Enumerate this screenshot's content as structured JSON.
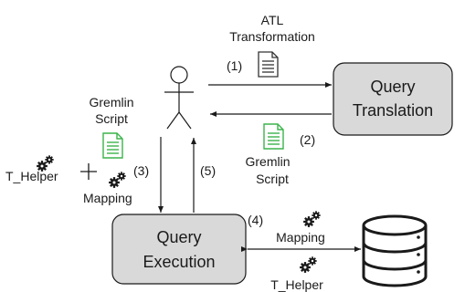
{
  "diagram": {
    "actor": {
      "icon": "person-icon"
    },
    "boxes": {
      "query_translation": [
        "Query",
        "Translation"
      ],
      "query_execution": [
        "Query",
        "Execution"
      ]
    },
    "database": {
      "icon": "database-icon"
    },
    "labels": {
      "atl_transformation": [
        "ATL",
        "Transformation"
      ],
      "gremlin_script_top": [
        "Gremlin",
        "Script"
      ],
      "gremlin_script_right": [
        "Gremlin",
        "Script"
      ],
      "t_helper_left": "T_Helper",
      "mapping_left": "Mapping",
      "mapping_right": "Mapping",
      "t_helper_bottom": "T_Helper"
    },
    "steps": {
      "s1": "(1)",
      "s2": "(2)",
      "s3": "(3)",
      "s4": "(4)",
      "s5": "(5)"
    },
    "colors": {
      "box_fill": "#d9d9d9",
      "gremlin_doc": "#3cb44b",
      "atl_doc": "#333333",
      "line": "#1a1a1a"
    }
  }
}
